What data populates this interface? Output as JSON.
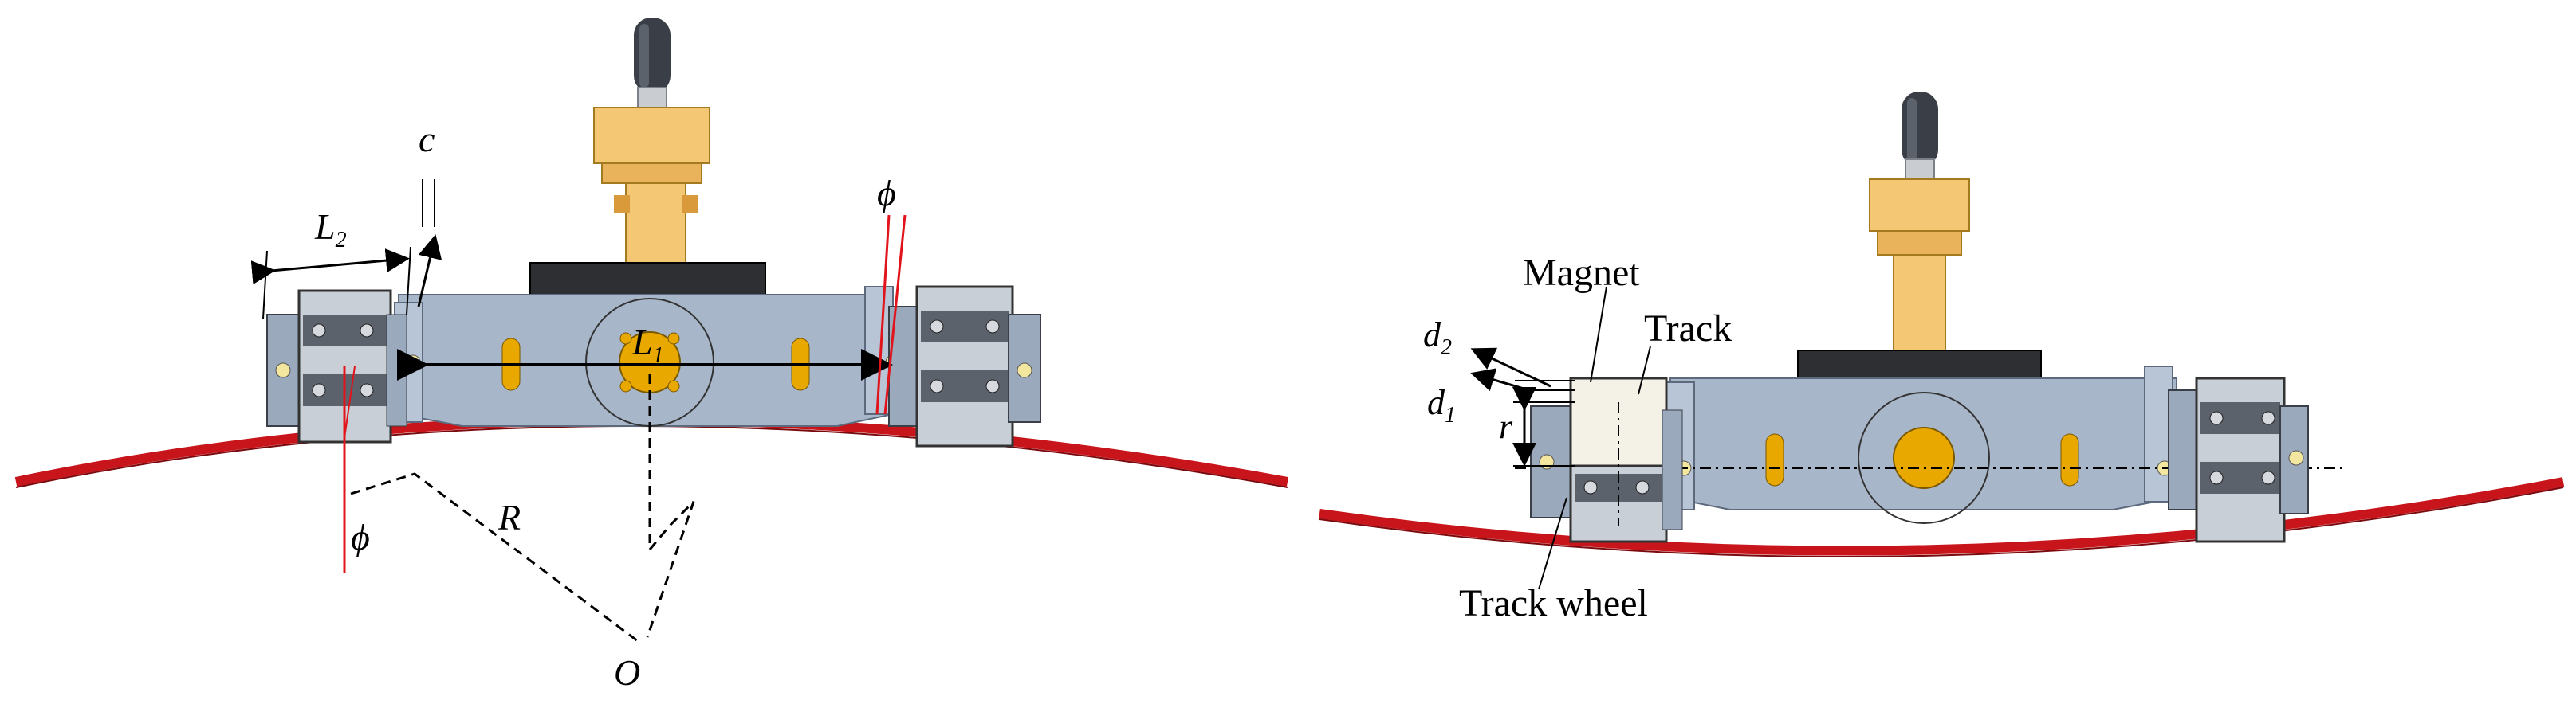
{
  "left_panel": {
    "labels": {
      "L1": "L",
      "L1_sub": "1",
      "L2": "L",
      "L2_sub": "2",
      "c": "c",
      "phi_top": "ϕ",
      "phi_bottom": "ϕ",
      "R": "R",
      "O": "O"
    }
  },
  "right_panel": {
    "labels": {
      "magnet": "Magnet",
      "track": "Track",
      "track_wheel": "Track wheel",
      "d2": "d",
      "d2_sub": "2",
      "d1": "d",
      "d1_sub": "1",
      "r": "r"
    }
  },
  "colors": {
    "body": "#a7b6c9",
    "body_dark": "#7d8fa6",
    "gold": "#e8a800",
    "arm": "#f3c774",
    "knob": "#3a3f47",
    "rail": "#c8141b",
    "red_line": "#e2141b",
    "magnet": "#f4f1e6"
  }
}
